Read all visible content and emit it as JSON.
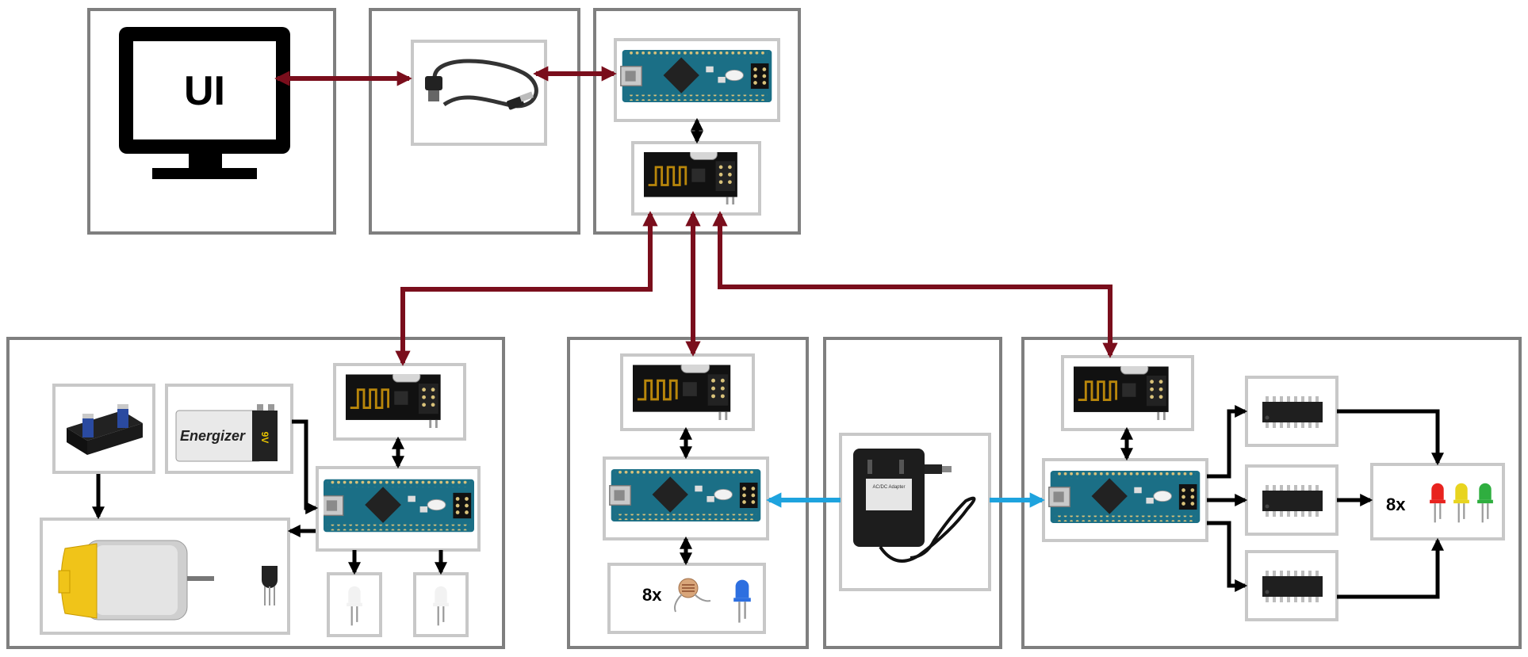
{
  "labels": {
    "ui": "UI",
    "led_count": "8x",
    "ldr_count": "8x",
    "battery_brand": "Energizer",
    "battery_type": "9V",
    "adapter_brand": "AC/DC Adapter"
  },
  "colors": {
    "rf_link": "#7a0e1c",
    "power_link": "#1ea3de",
    "data_link": "#000000",
    "panel_border": "#7f7f7f",
    "inner_border": "#c8c8c8",
    "board_teal": "#1b6f86"
  },
  "icons": [
    "monitor-icon",
    "usb-cable-icon",
    "arduino-nano-icon",
    "nrf24-module-icon",
    "battery-holder-icon",
    "battery-9v-icon",
    "dc-motor-icon",
    "transistor-icon",
    "led-icon",
    "ldr-icon",
    "power-adapter-icon",
    "shift-register-chip-icon"
  ]
}
